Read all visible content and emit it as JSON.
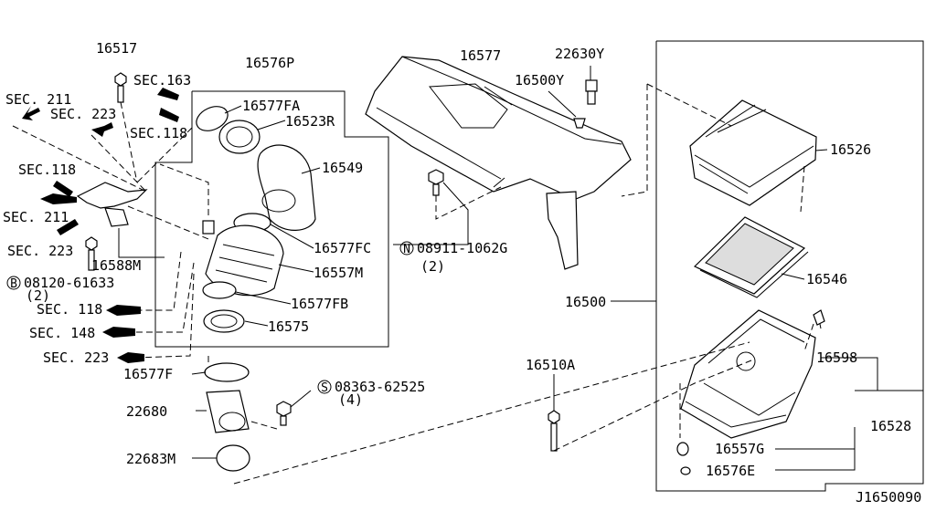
{
  "diagram_code": "J1650090",
  "parts": {
    "p16517": "16517",
    "p16576P": "16576P",
    "p16577": "16577",
    "p22630Y": "22630Y",
    "p16500Y": "16500Y",
    "p16577FA": "16577FA",
    "p16523R": "16523R",
    "p16549": "16549",
    "p16577FC": "16577FC",
    "p16557M": "16557M",
    "p16577FB": "16577FB",
    "p16575": "16575",
    "p16588M": "16588M",
    "p08911": "08911-1062G",
    "p08911_qty": "(2)",
    "p08120": "08120-61633",
    "p08120_qty": "(2)",
    "p08363": "08363-62525",
    "p08363_qty": "(4)",
    "p16577F": "16577F",
    "p22680": "22680",
    "p22683M": "22683M",
    "p16526": "16526",
    "p16546": "16546",
    "p16500": "16500",
    "p16510A": "16510A",
    "p16598": "16598",
    "p16528": "16528",
    "p16557G": "16557G",
    "p16576E": "16576E"
  },
  "section_refs": {
    "sec211_top": "SEC. 211",
    "sec223_top": "SEC. 223",
    "sec163": "SEC.163",
    "sec118_top": "SEC.118",
    "sec118_left": "SEC.118",
    "sec211_left": "SEC. 211",
    "sec223_left": "SEC. 223",
    "sec118_bottom": "SEC. 118",
    "sec148": "SEC. 148",
    "sec223_bottom": "SEC. 223"
  },
  "symbols": {
    "N": "N",
    "B": "B",
    "S": "S"
  }
}
